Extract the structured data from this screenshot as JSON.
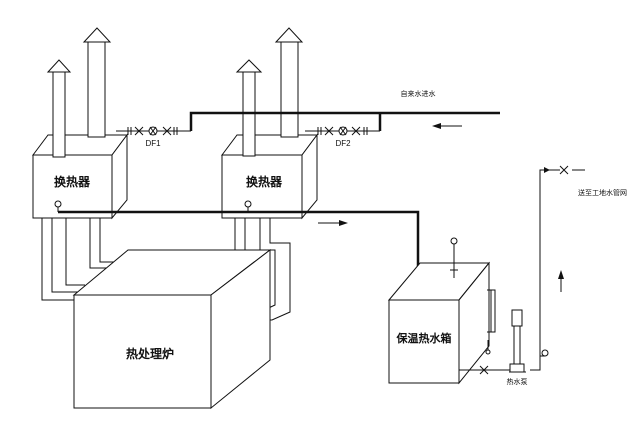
{
  "labels": {
    "heat_exchanger_1": "换热器",
    "heat_exchanger_2": "换热器",
    "furnace": "热处理炉",
    "water_tank": "保温热水箱",
    "tap_water": "自来水进水",
    "valve_df1": "DF1",
    "valve_df2": "DF2",
    "pump": "热水泵",
    "outlet": "送至工地水管网"
  },
  "colors": {
    "line": "#111111",
    "background": "#ffffff"
  }
}
